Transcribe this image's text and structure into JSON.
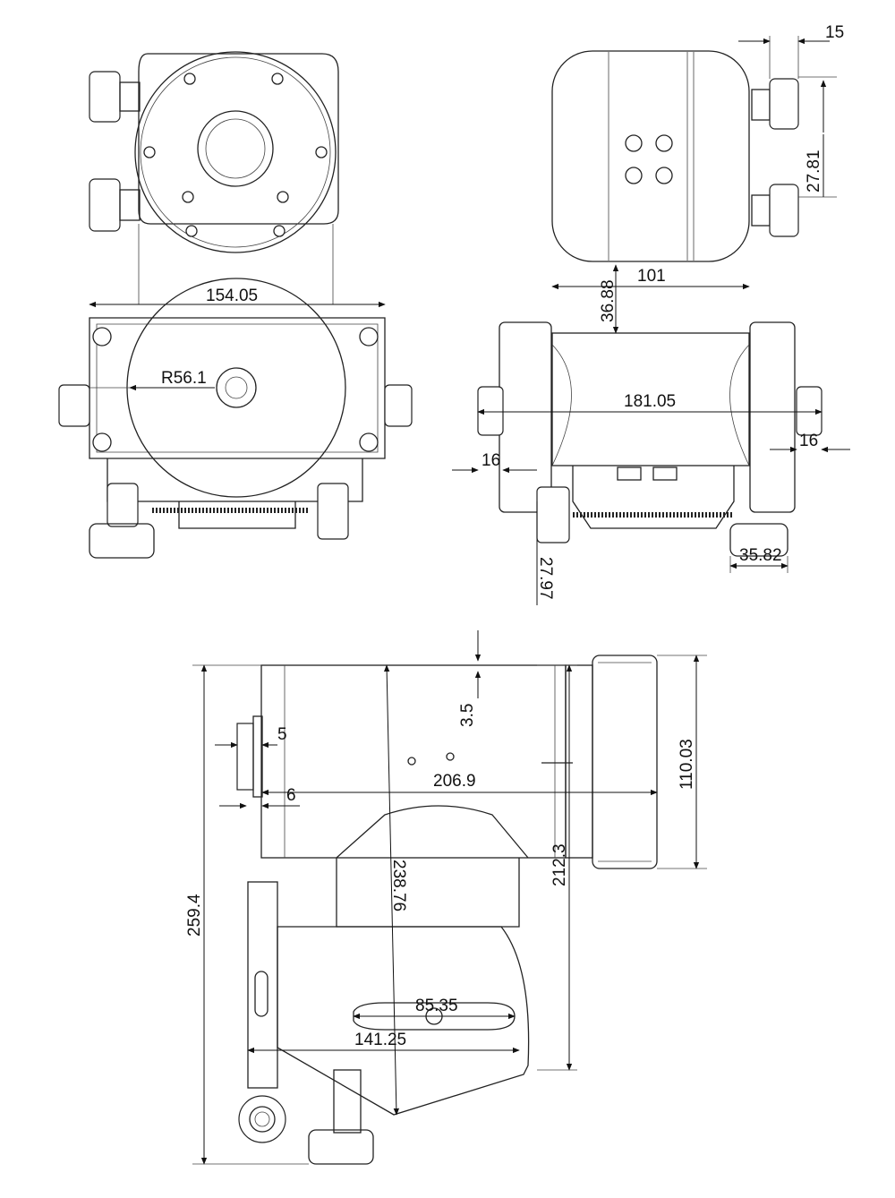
{
  "views": {
    "front": {
      "dimensions": {
        "width": "154.05",
        "radius": "R56.1"
      }
    },
    "side": {
      "dimensions": {
        "knob_offset": "15",
        "knob_pitch": "27.81",
        "head_width": "101",
        "head_height": "36.88",
        "overall_width": "181.05",
        "right_margin": "16",
        "left_margin": "16",
        "lower_knob": "27.97",
        "foot_width": "35.82"
      }
    },
    "bottom": {
      "dimensions": {
        "top_offset": "3.5",
        "plate_gap": "5",
        "plate_offset": "6",
        "body_length": "206.9",
        "head_diameter": "110.03",
        "overall_height": "259.4",
        "inner_height": "238.76",
        "arm_height": "212.3",
        "slot_length": "85.35",
        "base_length": "141.25"
      }
    }
  }
}
